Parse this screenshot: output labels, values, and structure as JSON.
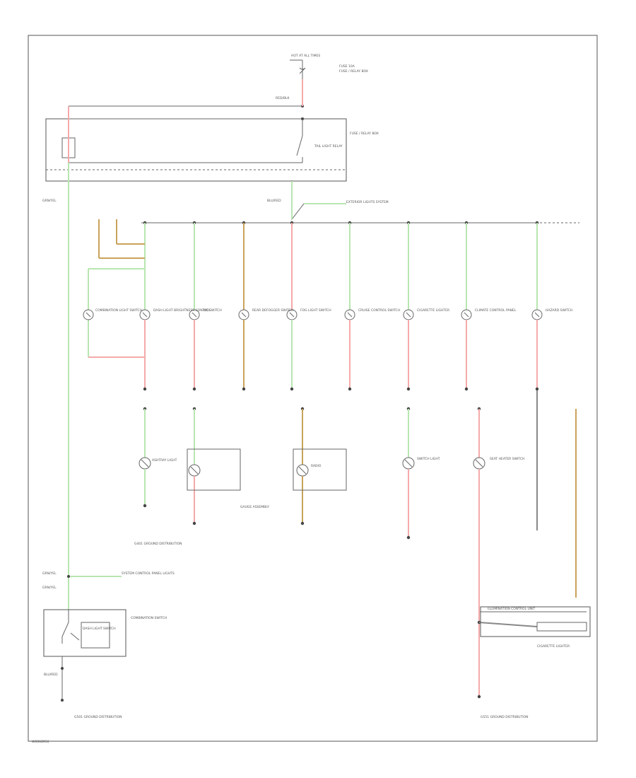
{
  "diagram_id": "W0068956",
  "colors": {
    "green": "#b8e6b0",
    "pink": "#f5aaaa",
    "tan": "#c9a35a",
    "gray": "#666666",
    "frame": "#555555"
  },
  "top_block": {
    "hot_label": "HOT AT ALL TIMES",
    "fuse_label": "FUSE 10A",
    "fuse_desc": "FUSE / RELAY BOX",
    "relay_label": "TAIL LIGHT RELAY",
    "relay_desc": "FUSE / RELAY BOX"
  },
  "left_wire_labels": [
    "GRN/YEL",
    "GRN/YEL",
    "GRN/YEL",
    "BLU/RED"
  ],
  "splice_label": "BLU/RED",
  "splice_dest": "EXTERIOR LIGHTS SYSTEM",
  "bus_wire_label": "RED/BLK",
  "branches": [
    {
      "label": "COMBINATION LIGHT SWITCH"
    },
    {
      "label": "DASH LIGHT BRIGHTNESS CONTROL"
    },
    {
      "label": "A/C SWITCH"
    },
    {
      "label": "REAR DEFOGGER SWITCH"
    },
    {
      "label": "FOG LIGHT SWITCH"
    },
    {
      "label": "CRUISE CONTROL SWITCH"
    },
    {
      "label": "CIGARETTE LIGHTER"
    },
    {
      "label": "CLIMATE CONTROL PANEL"
    },
    {
      "label": "HAZARD SWITCH"
    }
  ],
  "lower_components": [
    {
      "label": "ASHTRAY LIGHT"
    },
    {
      "label": "GAUGE ASSEMBLY"
    },
    {
      "label": "RADIO"
    },
    {
      "label": "SWITCH LIGHT"
    },
    {
      "label": "SEAT HEATER SWITCH"
    }
  ],
  "grounds": [
    {
      "label": "G501 GROUND DISTRIBUTION"
    },
    {
      "label": "G401 GROUND DISTRIBUTION"
    },
    {
      "label": "G551 GROUND DISTRIBUTION"
    }
  ],
  "left_bottom": {
    "dest_label": "SYSTEM CONTROL PANEL LIGHTS",
    "switch_label": "COMBINATION SWITCH",
    "inner_label": "DASH LIGHT SWITCH"
  },
  "right_bottom": {
    "ref_label": "ILLUMINATION CONTROL UNIT",
    "ref_label2": "CIGARETTE LIGHTER"
  }
}
